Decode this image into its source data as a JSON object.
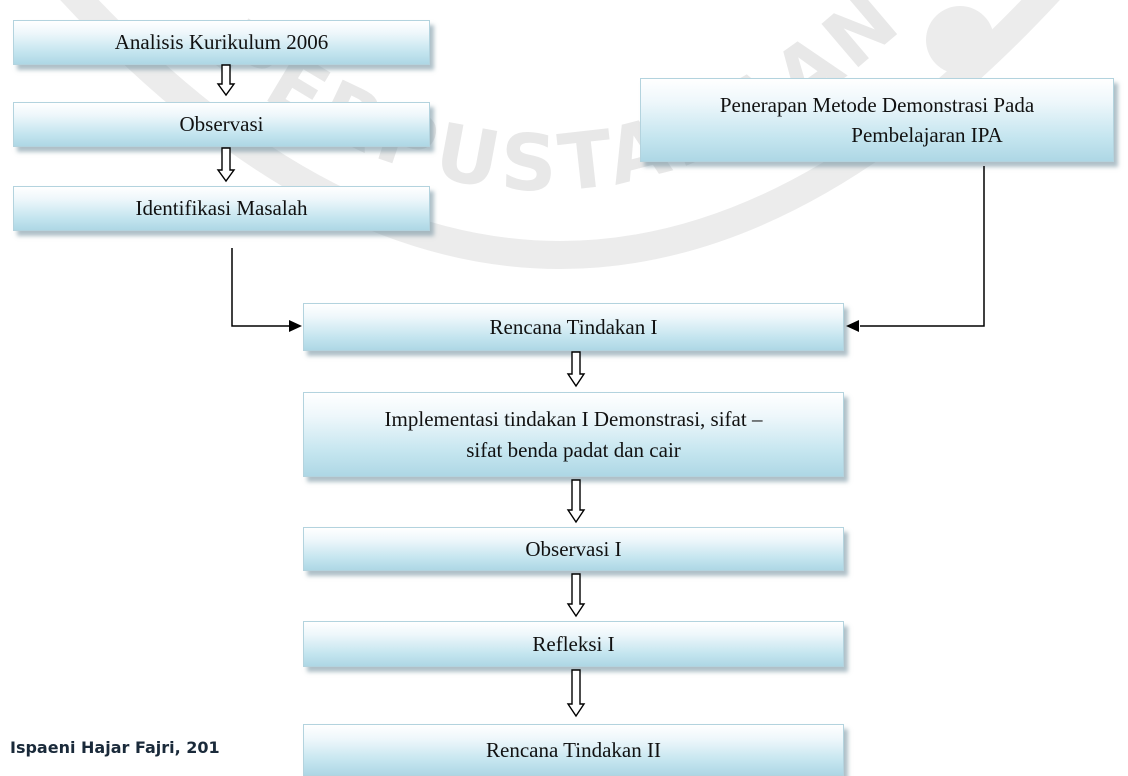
{
  "watermark": {
    "text": "PERPUSTAKAAN"
  },
  "boxes": {
    "analisis": "Analisis Kurikulum 2006",
    "observasi": "Observasi",
    "identifikasi": "Identifikasi Masalah",
    "penerapan_line1": "Penerapan Metode Demonstrasi Pada",
    "penerapan_line2": "Pembelajaran IPA",
    "rencana1": "Rencana Tindakan I",
    "implementasi_line1": "Implementasi tindakan I Demonstrasi, sifat –",
    "implementasi_line2": "sifat  benda padat dan cair",
    "observasi1": "Observasi I",
    "refleksi1": "Refleksi I",
    "rencana2": "Rencana Tindakan II"
  },
  "footer": {
    "author": "Ispaeni Hajar Fajri, 201"
  },
  "colors": {
    "box_top": "#ffffff",
    "box_bottom": "#aed7e5",
    "connector": "#000000",
    "watermark": "#e6e6e6"
  }
}
